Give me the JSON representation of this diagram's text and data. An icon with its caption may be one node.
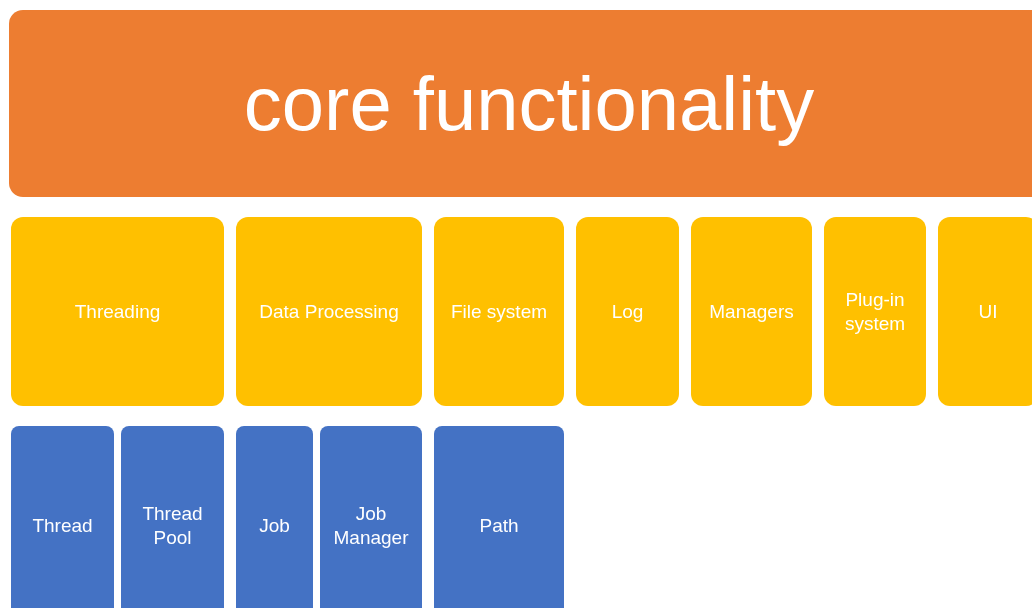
{
  "diagram": {
    "nodes": [
      {
        "text": [
          "core functionality"
        ]
      },
      {
        "text": [
          "Threading"
        ]
      },
      {
        "text": [
          "Data Processing"
        ]
      },
      {
        "text": [
          "File system"
        ]
      },
      {
        "text": [
          "Log"
        ]
      },
      {
        "text": [
          "Managers"
        ]
      },
      {
        "text": [
          "Plug-in system"
        ]
      },
      {
        "text": [
          "UI"
        ]
      },
      {
        "text": [
          "Thread"
        ]
      },
      {
        "text": [
          "Thread Pool"
        ]
      },
      {
        "text": [
          "Job"
        ]
      },
      {
        "text": [
          "Job Manager"
        ]
      },
      {
        "text": [
          "Path"
        ]
      }
    ]
  }
}
